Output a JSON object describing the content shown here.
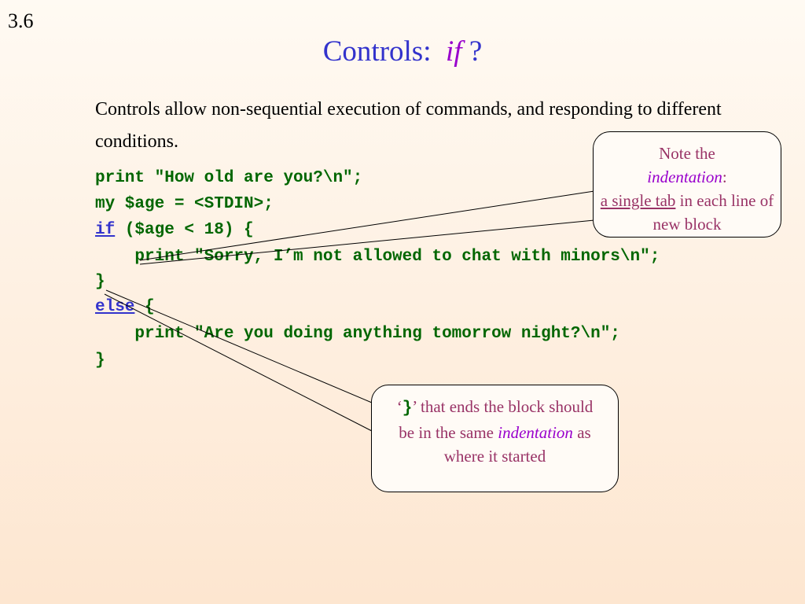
{
  "slide_number": "3.6",
  "title": {
    "text": "Controls:",
    "keyword": "if",
    "suffix": "?"
  },
  "intro_text": "Controls allow non-sequential execution of commands, and responding to different conditions.",
  "code": {
    "line1": "print \"How old are you?\\n\";",
    "line2": "my $age = <STDIN>;",
    "line3_keyword": "if",
    "line3_rest": " ($age < 18) {",
    "line4": "    print \"Sorry, I’m not allowed to chat with minors\\n\";",
    "line5": "}",
    "line6_keyword": "else",
    "line6_rest": " {",
    "line7": "    print \"Are you doing anything tomorrow night?\\n\";",
    "line8": "}"
  },
  "callout_indentation": {
    "line1": "Note the",
    "term": "indentation",
    "colon": ":",
    "underlined": "a single tab",
    "rest": " in each line of new block"
  },
  "callout_brace": {
    "quote_open": "‘",
    "brace": "}",
    "quote_close": "’",
    "text1": " that ends the block should be in the same ",
    "term": "indentation",
    "text2": " as where it started"
  }
}
